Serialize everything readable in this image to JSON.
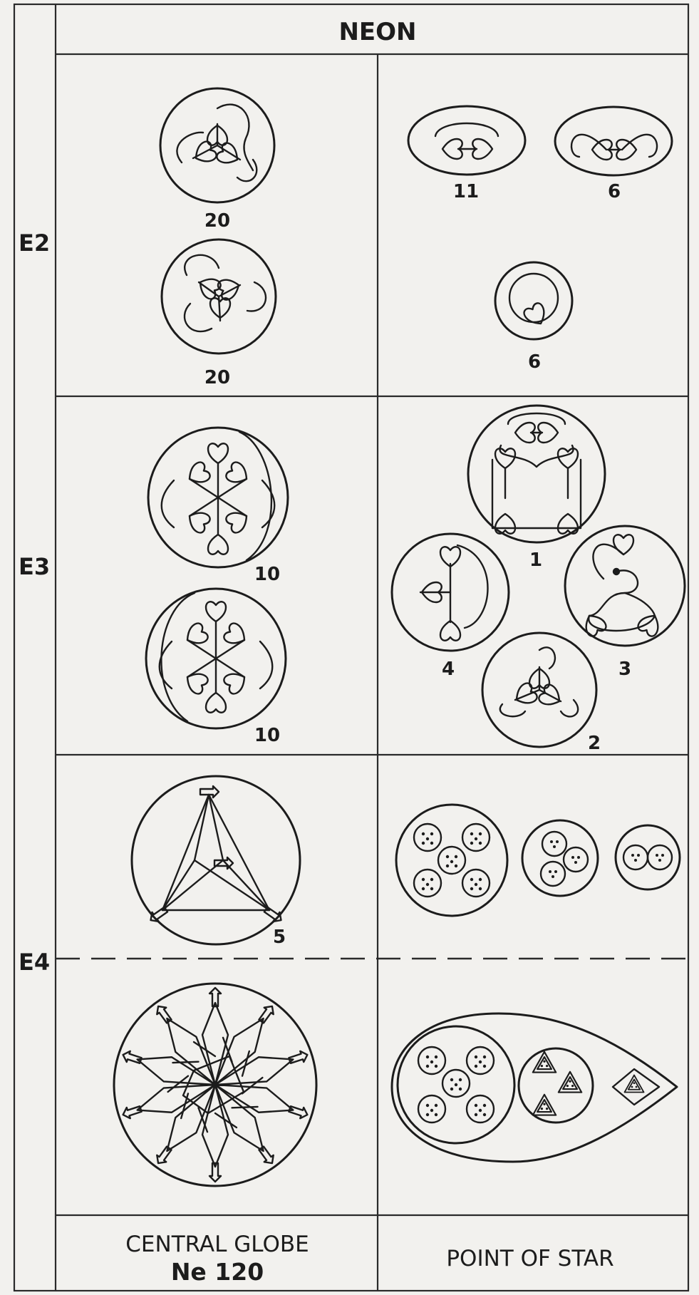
{
  "title": "NEON",
  "row_labels": {
    "e2": "E2",
    "e3": "E3",
    "e4": "E4"
  },
  "central_globe": {
    "figures": {
      "e2_a": "20",
      "e2_b": "20",
      "e3_a": "10",
      "e3_b": "10",
      "e3e4": "5"
    },
    "footer_line1": "CENTRAL GLOBE",
    "footer_line2": "Ne 120"
  },
  "point_of_star": {
    "figures": {
      "e2_oval_a": "11",
      "e2_oval_b": "6",
      "e2_ring": "6",
      "e3_big": "1",
      "e3_cross": "4",
      "e3_tri": "3",
      "e3_small": "2"
    },
    "footer": "POINT OF STAR"
  }
}
